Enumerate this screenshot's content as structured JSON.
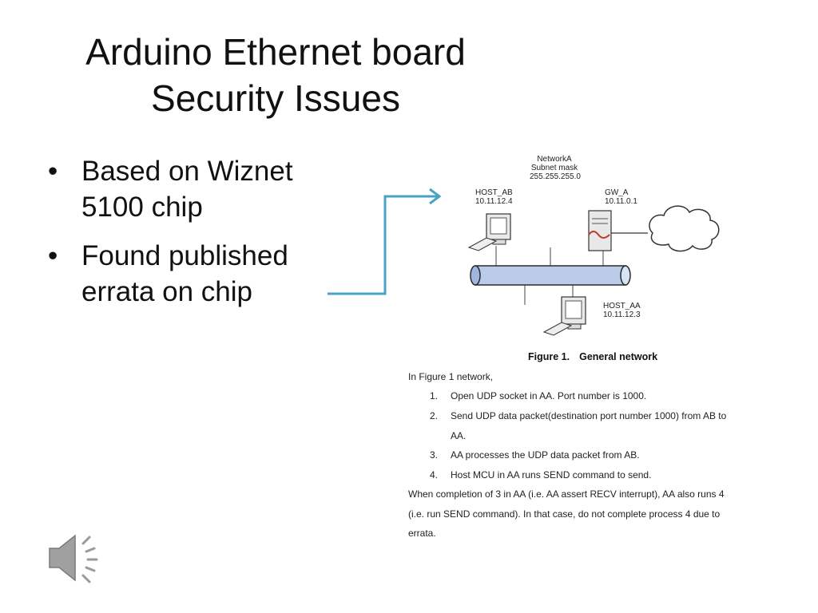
{
  "slide": {
    "title_line1": "Arduino Ethernet board",
    "title_line2": "Security Issues",
    "bullets": [
      {
        "line1": "Based on Wiznet",
        "line2": "5100 chip"
      },
      {
        "line1": "Found published",
        "line2": "errata on chip"
      }
    ],
    "bullet_glyph": "•"
  },
  "figure": {
    "network_name": "NetworkA",
    "subnet_label": "Subnet mask",
    "subnet_value": "255.255.255.0",
    "host_ab_name": "HOST_AB",
    "host_ab_ip": "10.11.12.4",
    "gw_name": "GW_A",
    "gw_ip": "10.11.0.1",
    "host_aa_name": "HOST_AA",
    "host_aa_ip": "10.11.12.3",
    "caption_number": "Figure 1.",
    "caption_title": "General network"
  },
  "errata": {
    "intro": "In Figure 1 network,",
    "steps": [
      {
        "num": "1.",
        "text": "Open UDP socket in AA. Port number is 1000."
      },
      {
        "num": "2.",
        "text": "Send UDP data packet(destination port number 1000) from AB to"
      },
      {
        "num": "",
        "text": "AA."
      },
      {
        "num": "3.",
        "text": "AA processes the UDP data packet from AB."
      },
      {
        "num": "4.",
        "text": "Host MCU in AA runs SEND command to send."
      }
    ],
    "para_line1": "When completion of 3 in AA (i.e. AA assert RECV interrupt), AA also runs 4",
    "para_line2": "(i.e. run SEND command). In that case, do not complete process 4 due to",
    "para_line3": "errata."
  },
  "colors": {
    "arrow": "#4aa3c3",
    "bus_fill": "#b9cbe8",
    "bus_stroke": "#2a2a2a",
    "speaker": "#9a9a9a"
  },
  "icons": [
    "bullet-dot",
    "right-arrow-connector",
    "computer-icon",
    "server-icon",
    "cloud-icon",
    "speaker-icon"
  ]
}
